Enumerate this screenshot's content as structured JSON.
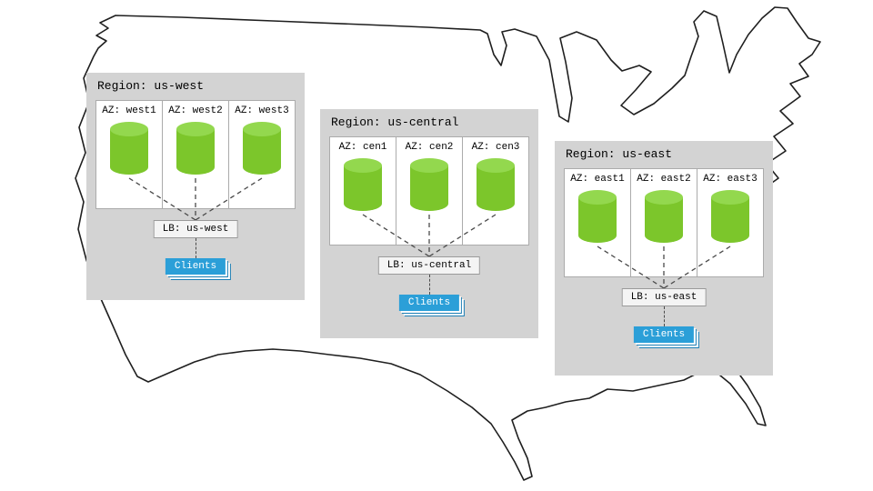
{
  "colors": {
    "map-outline": "#1f1f1f",
    "region-bg": "#d3d3d3",
    "panel-bg": "#ffffff",
    "panel-border": "#ababab",
    "cylinder-body": "#7cc62b",
    "cylinder-top": "#93d84e",
    "lb-bg": "#f4f4f4",
    "lb-border": "#9a9a9a",
    "clients-bg": "#2b9fd8",
    "clients-border": "#1d7fb5",
    "connector": "#4a4a4a",
    "text": "#000000"
  },
  "regions": [
    {
      "name": "us-west",
      "title": "Region: us-west",
      "azs": [
        {
          "label": "AZ: west1"
        },
        {
          "label": "AZ: west2"
        },
        {
          "label": "AZ: west3"
        }
      ],
      "lb_label": "LB: us-west",
      "clients_label": "Clients"
    },
    {
      "name": "us-central",
      "title": "Region: us-central",
      "azs": [
        {
          "label": "AZ: cen1"
        },
        {
          "label": "AZ: cen2"
        },
        {
          "label": "AZ: cen3"
        }
      ],
      "lb_label": "LB: us-central",
      "clients_label": "Clients"
    },
    {
      "name": "us-east",
      "title": "Region: us-east",
      "azs": [
        {
          "label": "AZ: east1"
        },
        {
          "label": "AZ: east2"
        },
        {
          "label": "AZ: east3"
        }
      ],
      "lb_label": "LB: us-east",
      "clients_label": "Clients"
    }
  ]
}
